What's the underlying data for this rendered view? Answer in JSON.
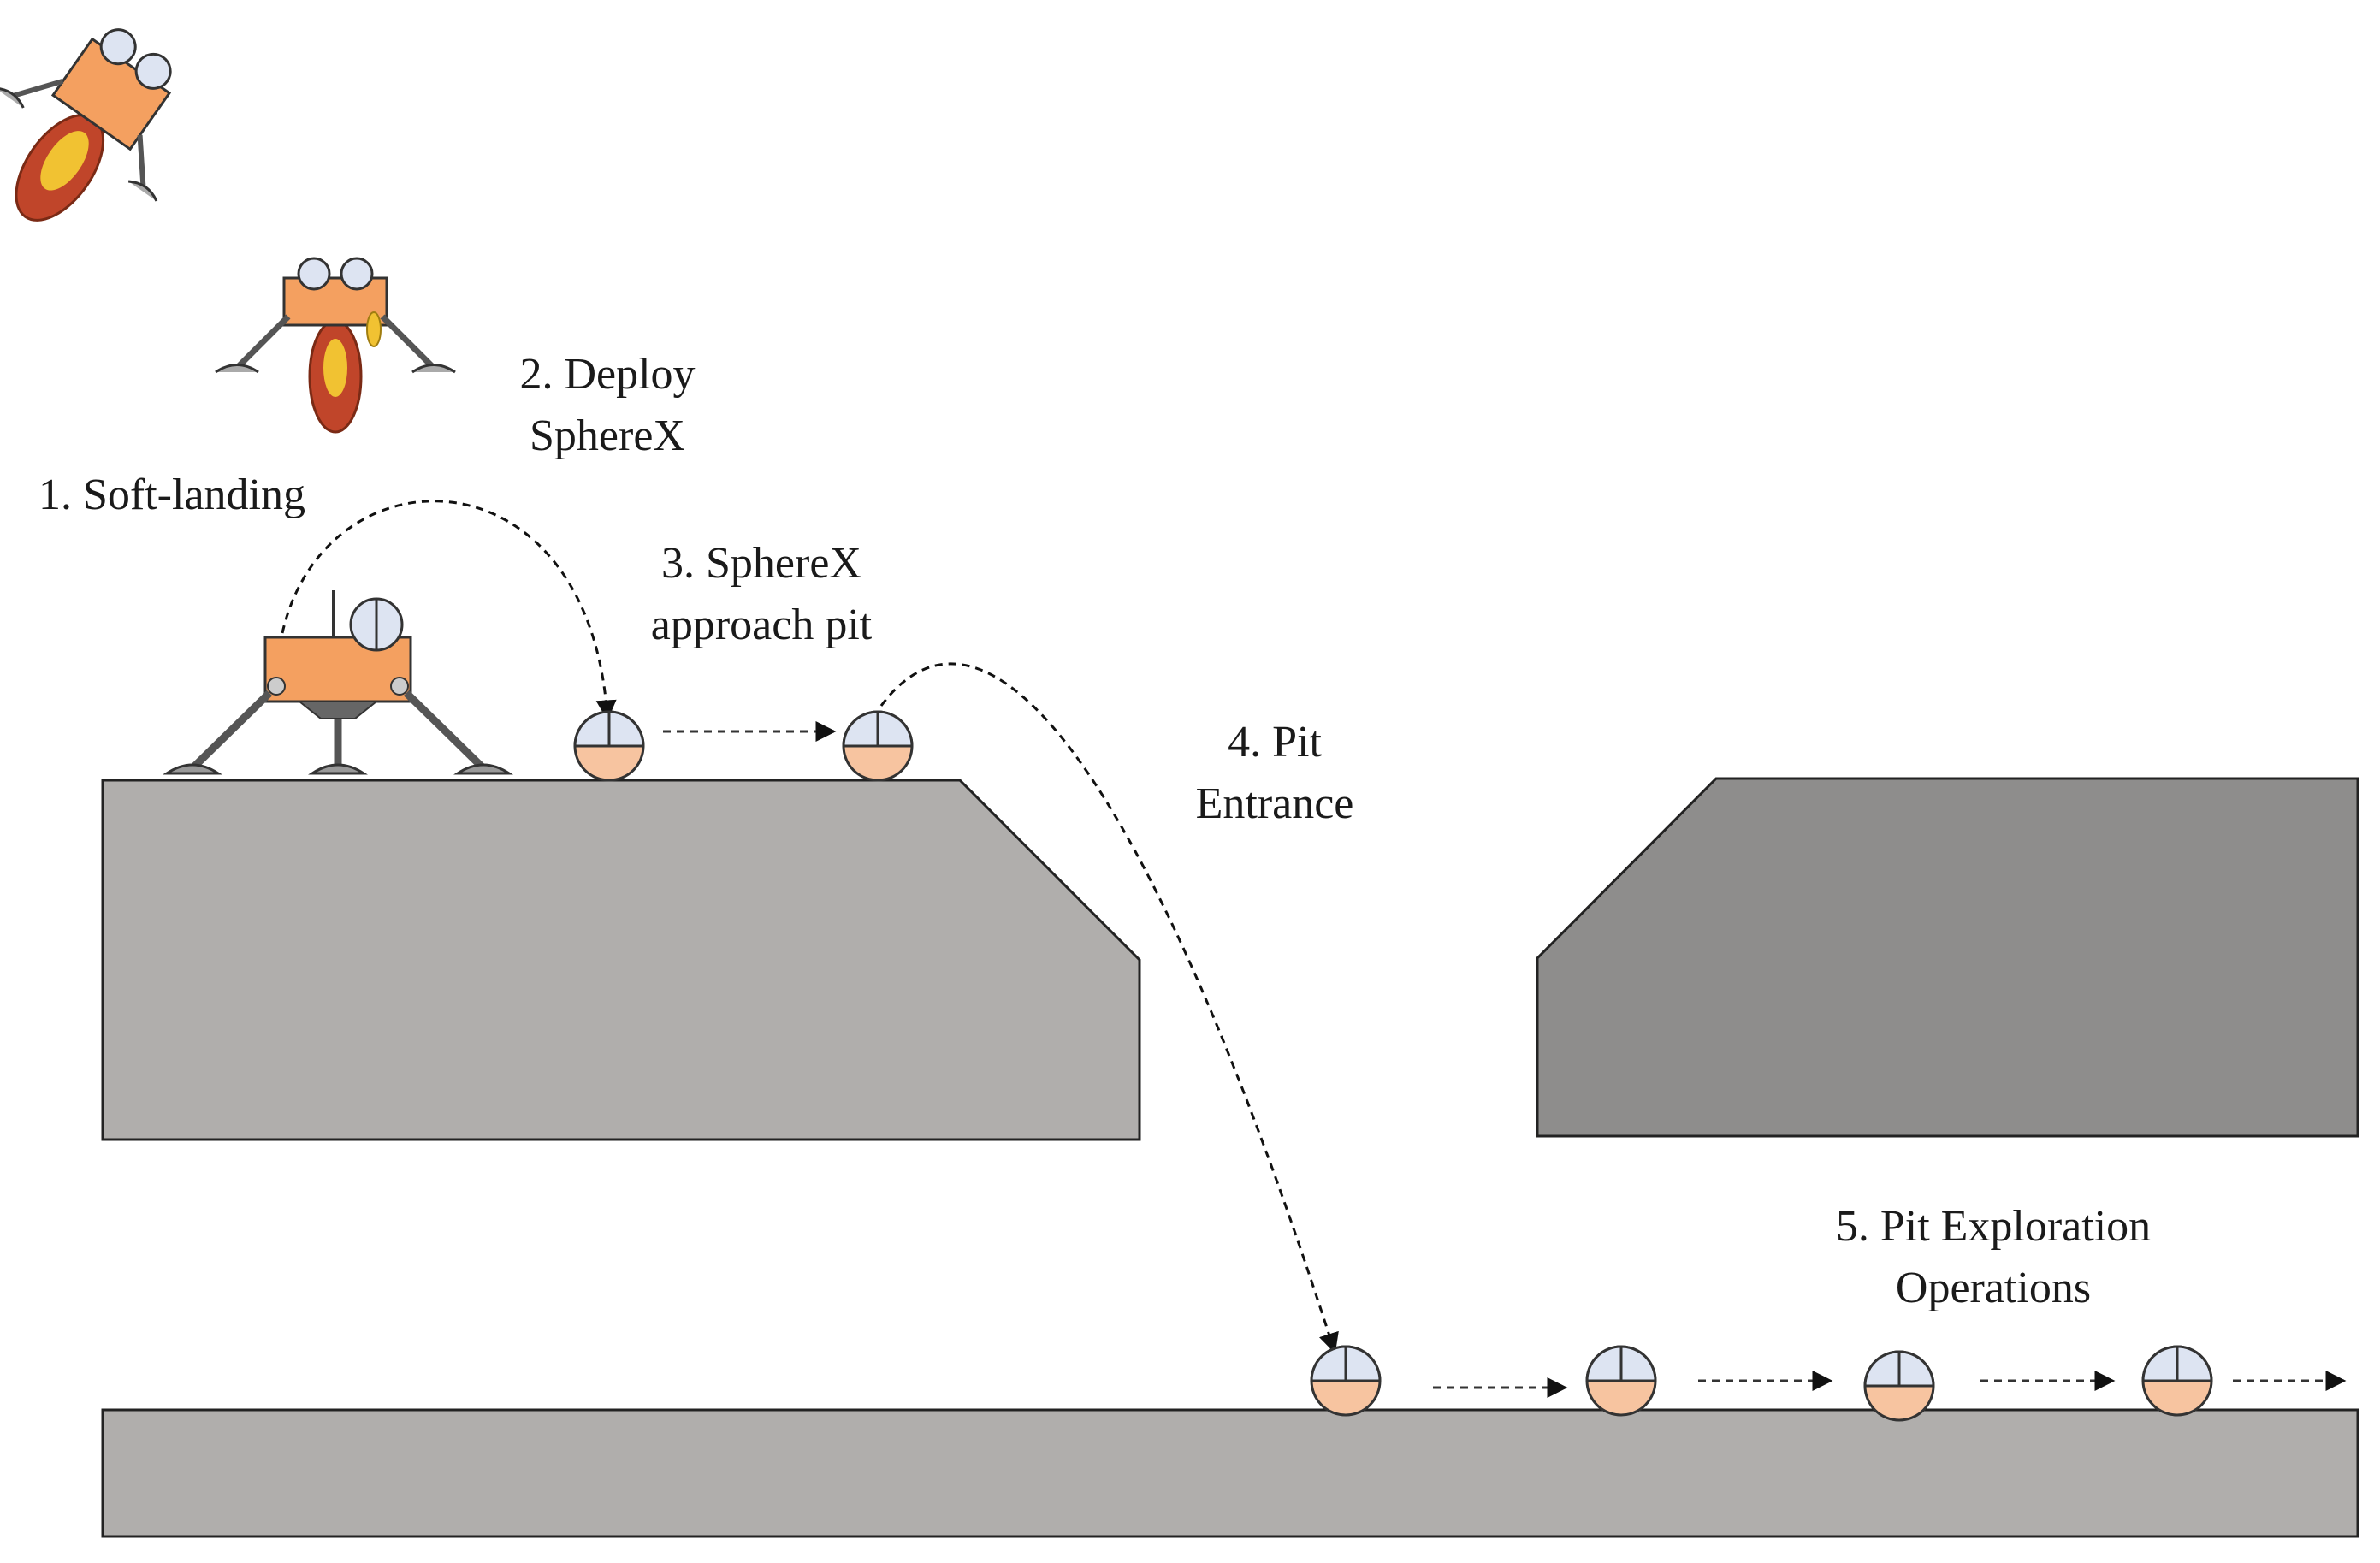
{
  "steps": {
    "soft_landing": "1. Soft-landing",
    "deploy_line1": "2. Deploy",
    "deploy_line2": "SphereX",
    "approach_line1": "3. SphereX",
    "approach_line2": "approach pit",
    "entrance_line1": "4. Pit",
    "entrance_line2": "Entrance",
    "exploration_line1": "5. Pit Exploration",
    "exploration_line2": "Operations"
  },
  "colors": {
    "surface_left": "#b0aeac",
    "surface_right": "#8e8d8c",
    "pit_floor": "#b0aeac",
    "lander_body": "#f4a060",
    "sphere_top": "#dde4f2",
    "sphere_bottom": "#f7c4a0",
    "flame_outer": "#c0452a",
    "flame_inner": "#f1c232"
  },
  "icons": [
    "lander-descending-icon",
    "lander-hovering-icon",
    "lander-landed-icon",
    "spherex-robot-icon"
  ]
}
